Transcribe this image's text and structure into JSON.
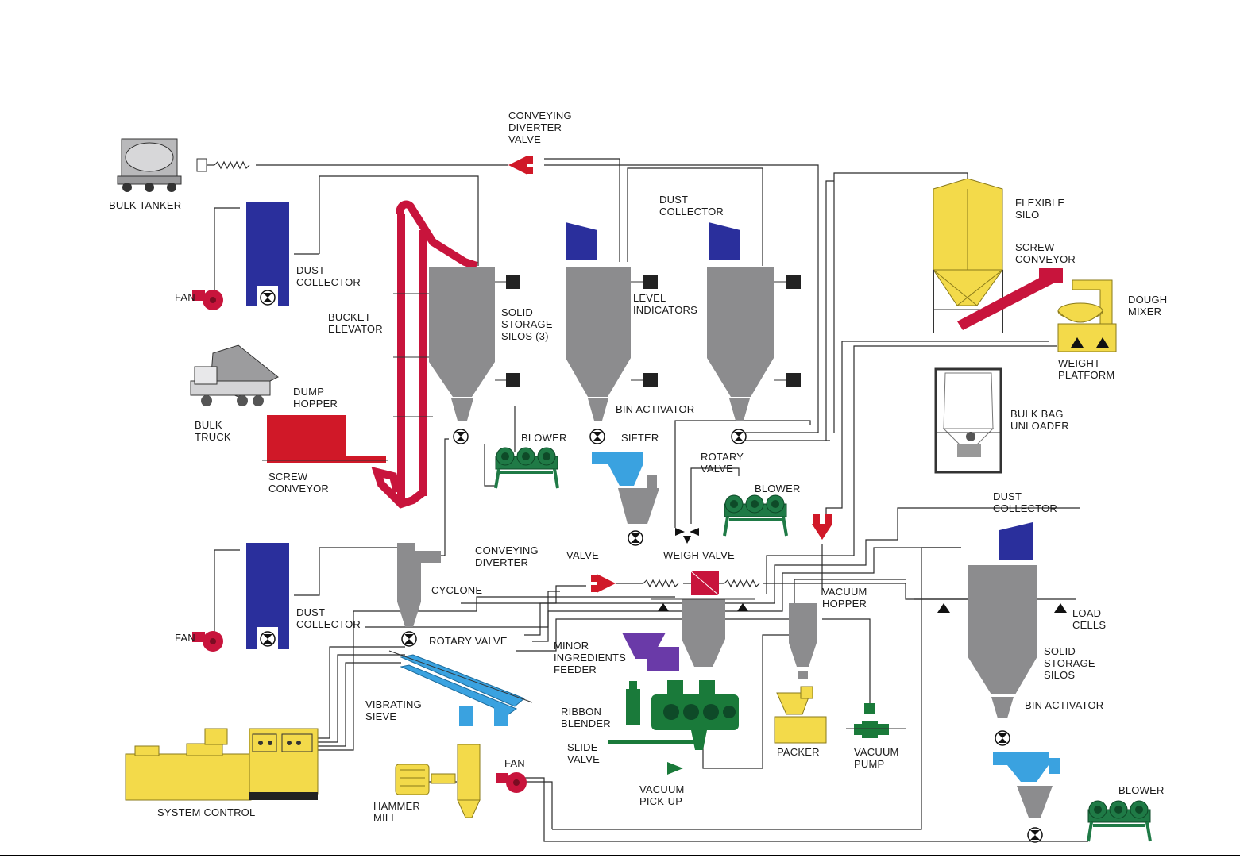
{
  "labels": {
    "conveying_diverter_valve_top": [
      "CONVEYING",
      "DIVERTER",
      "VALVE"
    ],
    "bulk_tanker": [
      "BULK TANKER"
    ],
    "fan_upper": [
      "FAN"
    ],
    "dust_collector_upper": [
      "DUST",
      "COLLECTOR"
    ],
    "bucket_elevator": [
      "BUCKET",
      "ELEVATOR"
    ],
    "bulk_truck": [
      "BULK",
      "TRUCK"
    ],
    "dump_hopper": [
      "DUMP",
      "HOPPER"
    ],
    "screw_conveyor_left": [
      "SCREW",
      "CONVEYOR"
    ],
    "solid_storage_silos_3": [
      "SOLID",
      "STORAGE",
      "SILOS (3)"
    ],
    "dust_collector_top_mid": [
      "DUST",
      "COLLECTOR"
    ],
    "level_indicators": [
      "LEVEL",
      "INDICATORS"
    ],
    "bin_activator_mid": [
      "BIN ACTIVATOR"
    ],
    "blower_mid": [
      "BLOWER"
    ],
    "sifter": [
      "SIFTER"
    ],
    "rotary_valve_mid": [
      "ROTARY",
      "VALVE"
    ],
    "blower_right_mid": [
      "BLOWER"
    ],
    "weigh_valve": [
      "WEIGH VALVE"
    ],
    "valve": [
      "VALVE"
    ],
    "conveying_diverter_mid": [
      "CONVEYING",
      "DIVERTER"
    ],
    "flexible_silo": [
      "FLEXIBLE",
      "SILO"
    ],
    "screw_conveyor_right": [
      "SCREW",
      "CONVEYOR"
    ],
    "dough_mixer": [
      "DOUGH",
      "MIXER"
    ],
    "weight_platform": [
      "WEIGHT",
      "PLATFORM"
    ],
    "bulk_bag_unloader": [
      "BULK BAG",
      "UNLOADER"
    ],
    "dust_collector_right": [
      "DUST",
      "COLLECTOR"
    ],
    "fan_lower": [
      "FAN"
    ],
    "dust_collector_lower": [
      "DUST",
      "COLLECTOR"
    ],
    "cyclone": [
      "CYCLONE"
    ],
    "rotary_valve_lower": [
      "ROTARY VALVE"
    ],
    "vacuum_hopper": [
      "VACUUM",
      "HOPPER"
    ],
    "load_cells": [
      "LOAD",
      "CELLS"
    ],
    "minor_ingredients_feeder": [
      "MINOR",
      "INGREDIENTS",
      "FEEDER"
    ],
    "solid_storage_silos_right": [
      "SOLID",
      "STORAGE",
      "SILOS"
    ],
    "bin_activator_right": [
      "BIN ACTIVATOR"
    ],
    "vibrating_sieve": [
      "VIBRATING",
      "SIEVE"
    ],
    "ribbon_blender": [
      "RIBBON",
      "BLENDER"
    ],
    "slide_valve": [
      "SLIDE",
      "VALVE"
    ],
    "packer": [
      "PACKER"
    ],
    "vacuum_pump": [
      "VACUUM",
      "PUMP"
    ],
    "fan_bottom": [
      "FAN"
    ],
    "system_control": [
      "SYSTEM CONTROL"
    ],
    "hammer_mill": [
      "HAMMER",
      "MILL"
    ],
    "vacuum_pickup": [
      "VACUUM",
      "PICK-UP"
    ],
    "blower_bottom_right": [
      "BLOWER"
    ]
  },
  "colors": {
    "silo_gray": "#8c8c8e",
    "collector_blue": "#2a2f9c",
    "elevator_red": "#c8143c",
    "hopper_red": "#d01828",
    "blower_green": "#1f7a46",
    "blender_green": "#1a7a3a",
    "sifter_blue": "#3aa2e0",
    "feeder_purple": "#6a3aa8",
    "yellow": "#f3da4a",
    "pipe": "#2b2b2b"
  },
  "icons": [
    "truck-tanker-icon",
    "dump-truck-icon",
    "fan-icon",
    "blower-icon",
    "rotary-valve-icon",
    "diverter-valve-icon",
    "load-cell-icon"
  ]
}
